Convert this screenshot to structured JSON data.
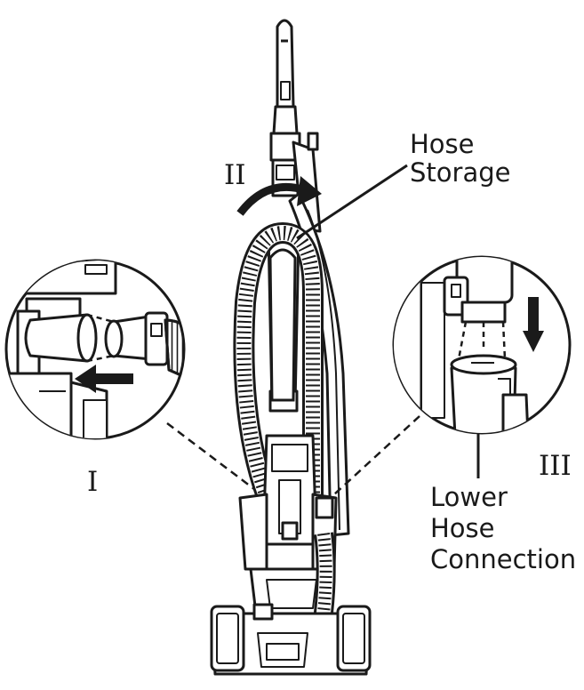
{
  "diagram": {
    "callouts": {
      "hose_storage": [
        "Hose",
        "Storage"
      ],
      "lower_hose_connection": [
        "Lower",
        "Hose",
        "Connection"
      ]
    },
    "steps": {
      "step_1": "I",
      "step_2": "II",
      "step_3": "III"
    }
  },
  "colors": {
    "line": "#1a1a1a",
    "fill": "#ffffff"
  }
}
